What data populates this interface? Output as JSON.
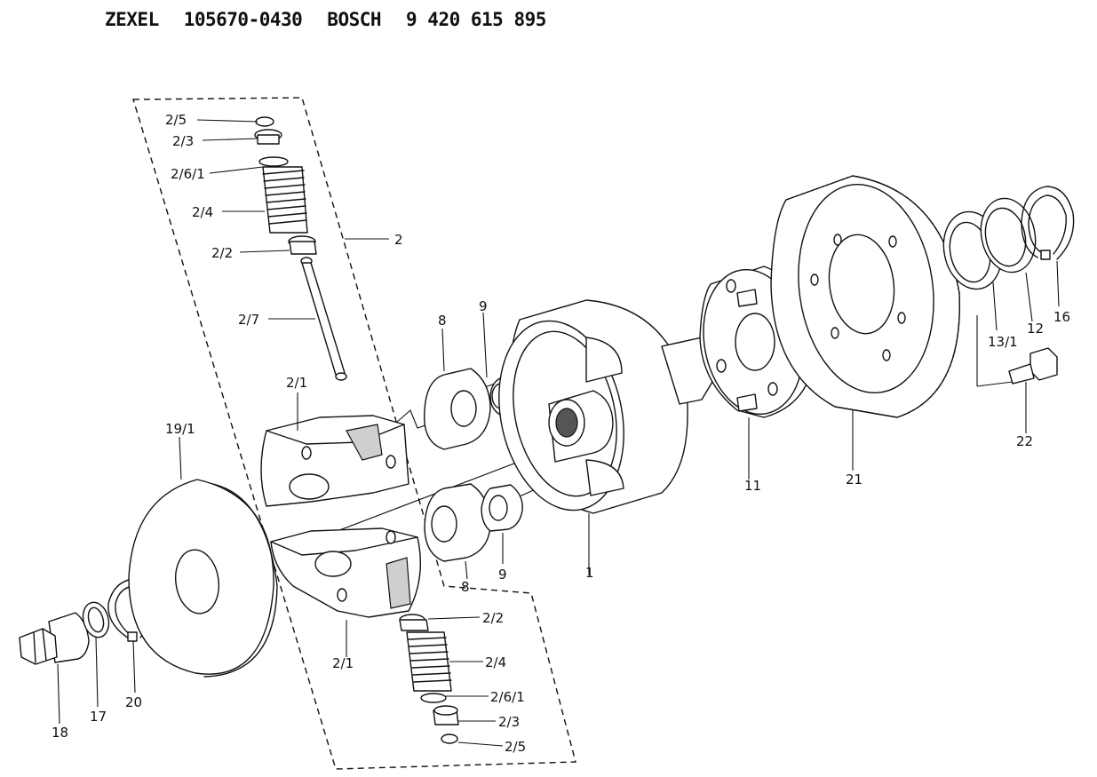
{
  "header": {
    "brand1": "ZEXEL",
    "part1": "105670-0430",
    "brand2": "BOSCH",
    "part2": "9 420 615 895"
  },
  "labels": {
    "p2_5_top": "2/5",
    "p2_3_top": "2/3",
    "p2_6_1_top": "2/6/1",
    "p2_4_top": "2/4",
    "p2_2_top": "2/2",
    "p2": "2",
    "p2_7": "2/7",
    "p2_1_top": "2/1",
    "p8_top": "8",
    "p9_top": "9",
    "p19_1": "19/1",
    "p8_bot": "8",
    "p9_bot": "9",
    "p1": "1",
    "p11": "11",
    "p21": "21",
    "p13_1": "13/1",
    "p12": "12",
    "p16": "16",
    "p22": "22",
    "p2_1_bot": "2/1",
    "p2_2_bot": "2/2",
    "p2_4_bot": "2/4",
    "p2_6_1_bot": "2/6/1",
    "p2_3_bot": "2/3",
    "p2_5_bot": "2/5",
    "p18": "18",
    "p17": "17",
    "p20": "20"
  }
}
